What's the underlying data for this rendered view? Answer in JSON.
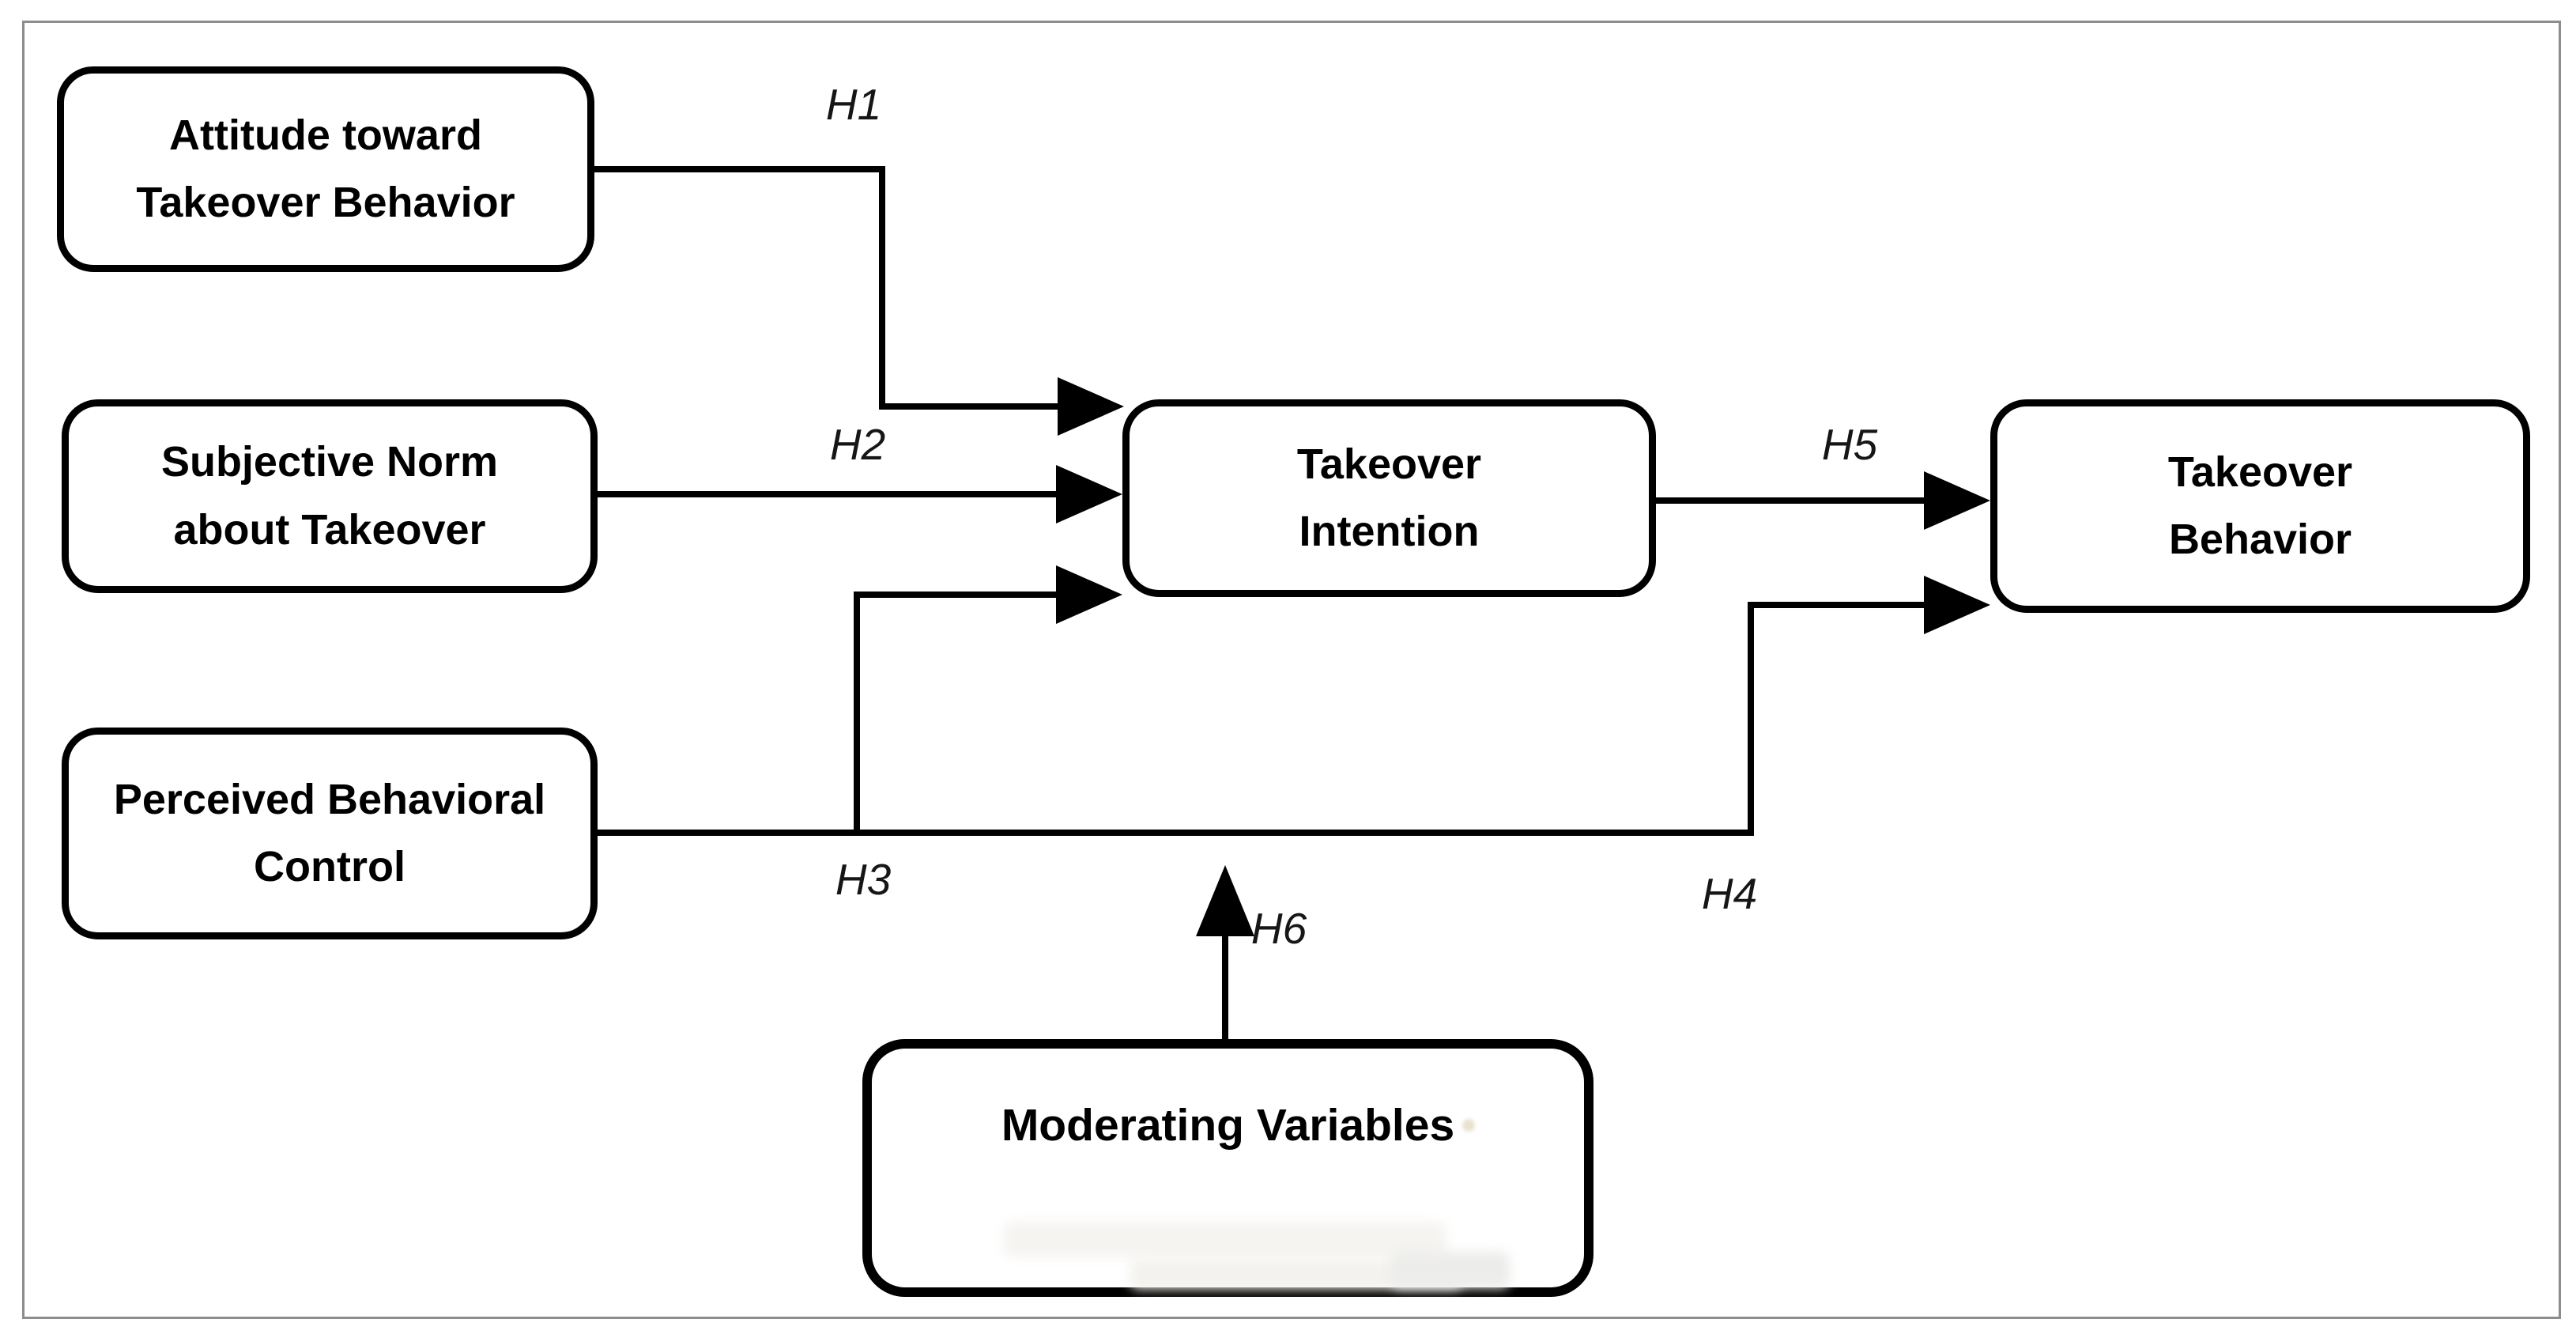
{
  "figure": {
    "type": "path-model-diagram",
    "background_color": "#ffffff",
    "frame_color": "#8d8d8d",
    "line_color": "#000000",
    "text_color": "#000000"
  },
  "nodes": {
    "attitude": {
      "label": "Attitude toward\nTakeover Behavior"
    },
    "subjective_norm": {
      "label": "Subjective Norm\nabout Takeover"
    },
    "perceived_control": {
      "label": "Perceived Behavioral\nControl"
    },
    "intention": {
      "label": "Takeover\nIntention"
    },
    "behavior": {
      "label": "Takeover\nBehavior"
    },
    "moderating": {
      "label": "Moderating Variables"
    }
  },
  "edges": {
    "h1": {
      "label": "H1",
      "from": "Attitude toward Takeover Behavior",
      "to": "Takeover Intention"
    },
    "h2": {
      "label": "H2",
      "from": "Subjective Norm about Takeover",
      "to": "Takeover Intention"
    },
    "h3": {
      "label": "H3",
      "from": "Perceived Behavioral Control",
      "to": "Takeover Intention"
    },
    "h4": {
      "label": "H4",
      "from": "Perceived Behavioral Control",
      "to": "Takeover Behavior"
    },
    "h5": {
      "label": "H5",
      "from": "Takeover Intention",
      "to": "Takeover Behavior"
    },
    "h6": {
      "label": "H6",
      "from": "Moderating Variables",
      "to": "Perceived Behavioral Control path"
    }
  }
}
